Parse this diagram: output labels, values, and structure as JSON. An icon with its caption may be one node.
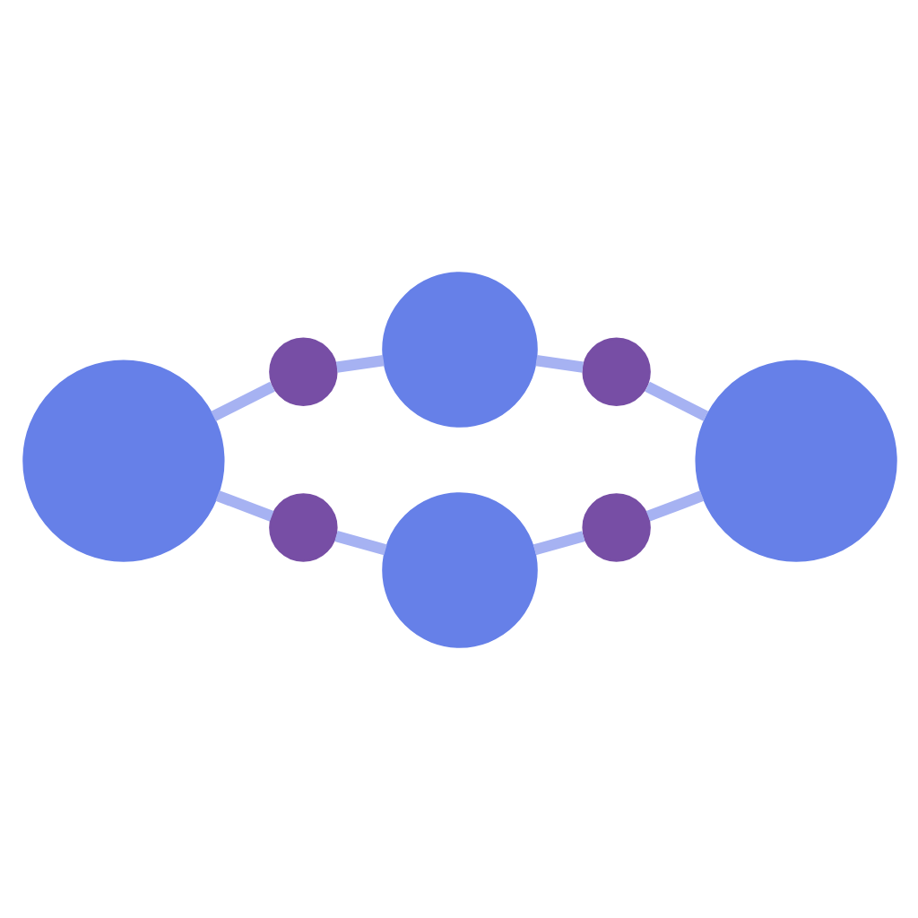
{
  "diagram": {
    "nodes": [
      {
        "text": [],
        "shape": "circle"
      },
      {
        "text": [],
        "shape": "circle"
      },
      {
        "text": [],
        "shape": "circle"
      },
      {
        "text": [],
        "shape": "circle"
      },
      {
        "text": [],
        "shape": "circle"
      },
      {
        "text": [],
        "shape": "circle"
      },
      {
        "text": [],
        "shape": "circle"
      },
      {
        "text": [],
        "shape": "circle"
      }
    ],
    "edges": [
      {
        "from": 0,
        "to": 1,
        "arrow": "none"
      },
      {
        "from": 1,
        "to": 3,
        "arrow": "none"
      },
      {
        "from": 3,
        "to": 5,
        "arrow": "none"
      },
      {
        "from": 5,
        "to": 7,
        "arrow": "none"
      },
      {
        "from": 0,
        "to": 2,
        "arrow": "none"
      },
      {
        "from": 2,
        "to": 4,
        "arrow": "none"
      },
      {
        "from": 4,
        "to": 6,
        "arrow": "none"
      },
      {
        "from": 6,
        "to": 7,
        "arrow": "none"
      }
    ]
  }
}
